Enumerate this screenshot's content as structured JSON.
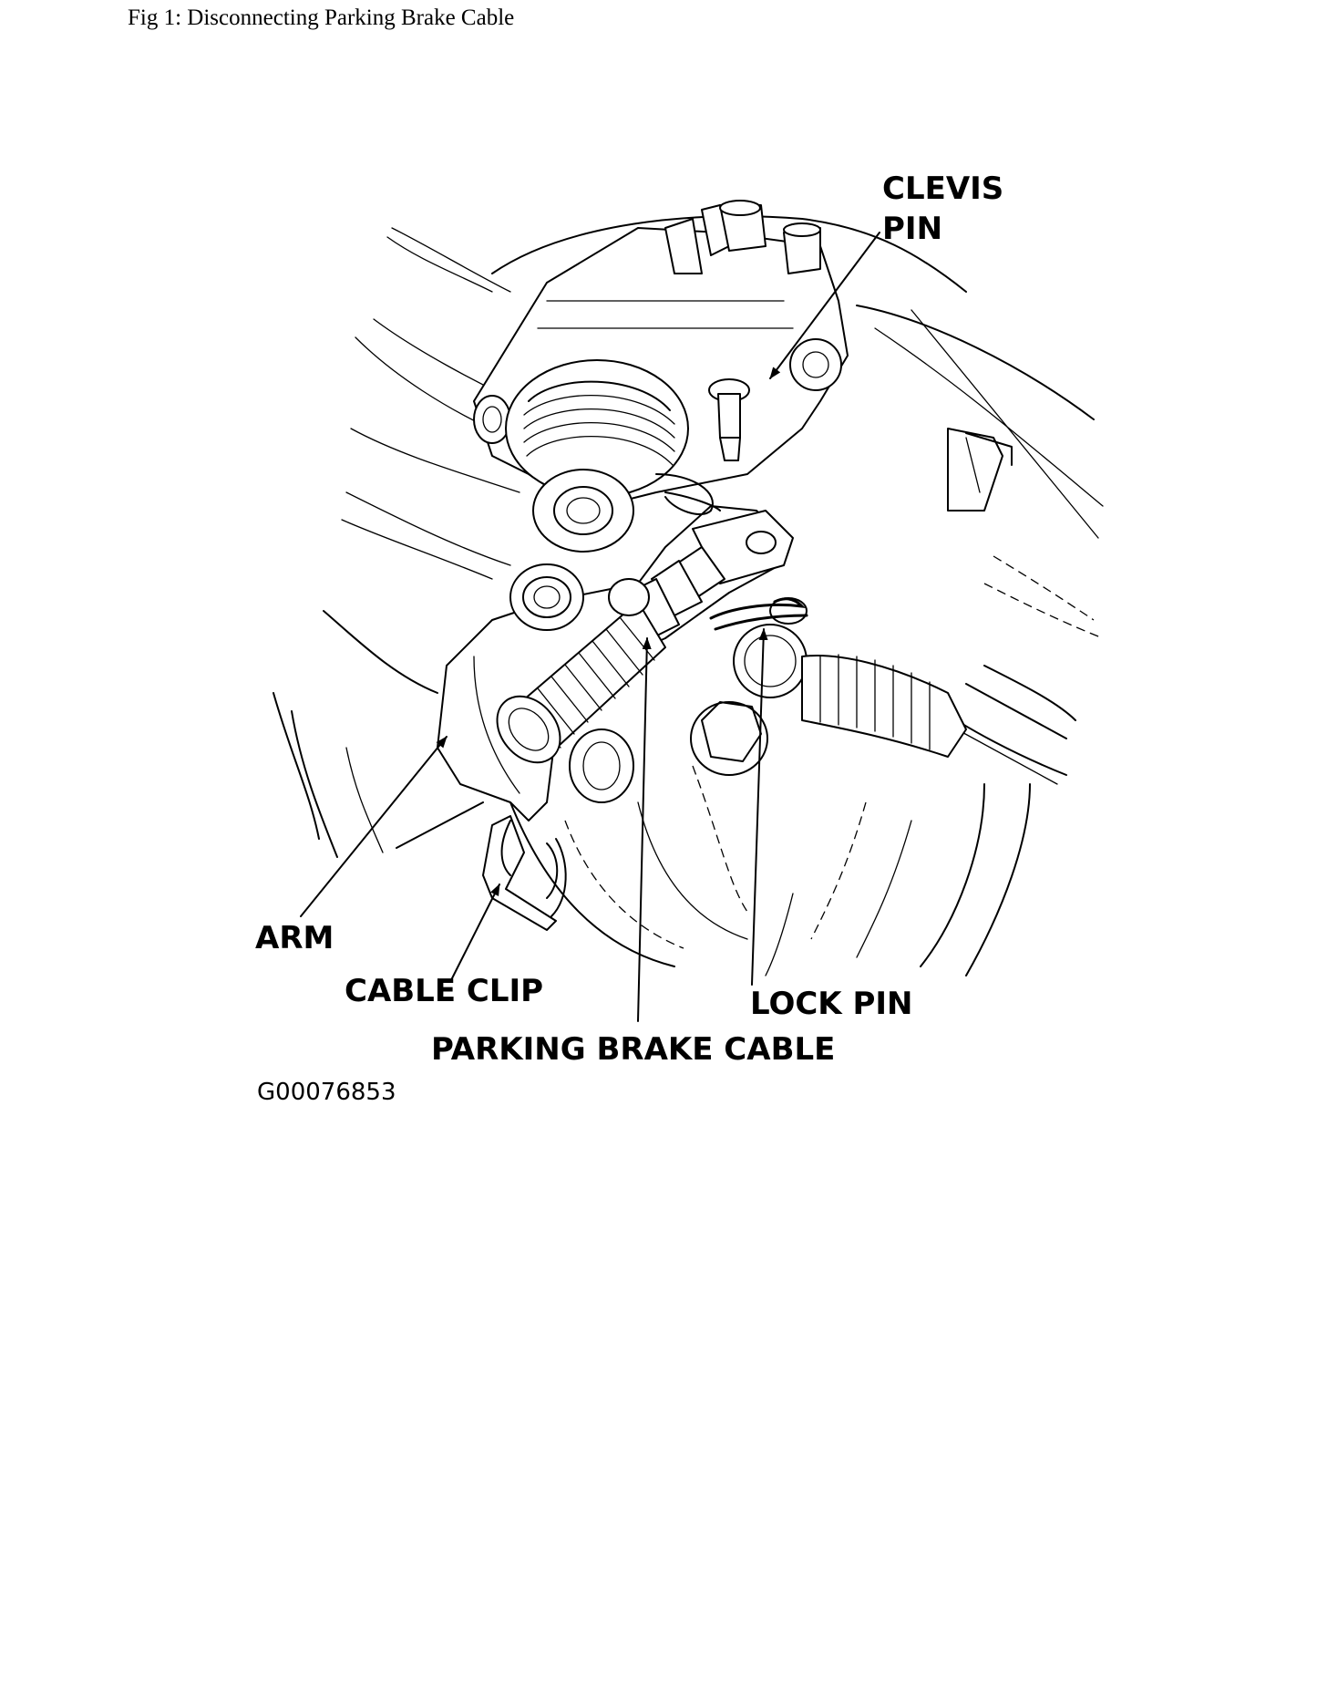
{
  "figure": {
    "caption": "Fig 1: Disconnecting Parking Brake Cable",
    "image_code": "G00076853"
  },
  "labels": {
    "clevis_line1": "CLEVIS",
    "clevis_line2": "PIN",
    "arm": "ARM",
    "cable_clip": "CABLE CLIP",
    "parking_brake_cable": "PARKING BRAKE CABLE",
    "lock_pin": "LOCK PIN"
  }
}
